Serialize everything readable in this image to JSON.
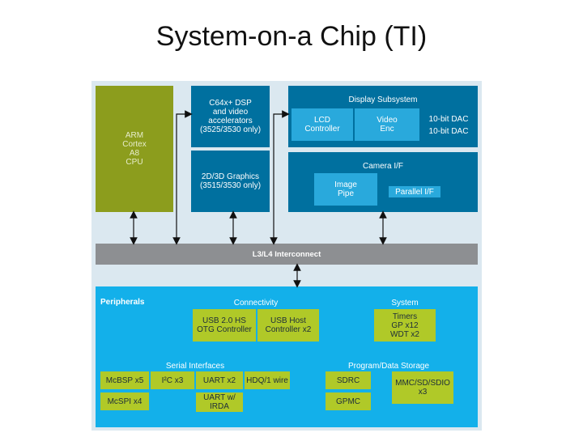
{
  "title": "System-on-a Chip (TI)",
  "blocks": {
    "arm": "ARM\nCortex\nA8\nCPU",
    "dsp": "C64x+ DSP\nand video\naccelerators\n(3525/3530 only)",
    "graphics": "2D/3D Graphics\n(3515/3530 only)",
    "display_subsystem": "Display Subsystem",
    "lcd_controller": "LCD\nController",
    "video_enc": "Video\nEnc",
    "dac1": "10-bit DAC",
    "dac2": "10-bit DAC",
    "camera": "Camera I/F",
    "image_pipe": "Image\nPipe",
    "parallel_if": "Parallel I/F",
    "interconnect": "L3/L4 Interconnect",
    "peripherals": "Peripherals",
    "connectivity": "Connectivity",
    "system": "System",
    "usb_otg": "USB 2.0 HS\nOTG Controller",
    "usb_host": "USB Host\nController x2",
    "timers": "Timers\nGP x12\nWDT x2",
    "serial_interfaces": "Serial Interfaces",
    "program_storage": "Program/Data Storage",
    "mcbsp": "McBSP x5",
    "i2c": "I²C x3",
    "uart": "UART x2",
    "hdq": "HDQ/1 wire",
    "mcspi": "McSPI x4",
    "uart_irda": "UART w/\nIRDA",
    "sdrc": "SDRC",
    "gpmc": "GPMC",
    "mmc": "MMC/SD/SDIO\nx3"
  }
}
